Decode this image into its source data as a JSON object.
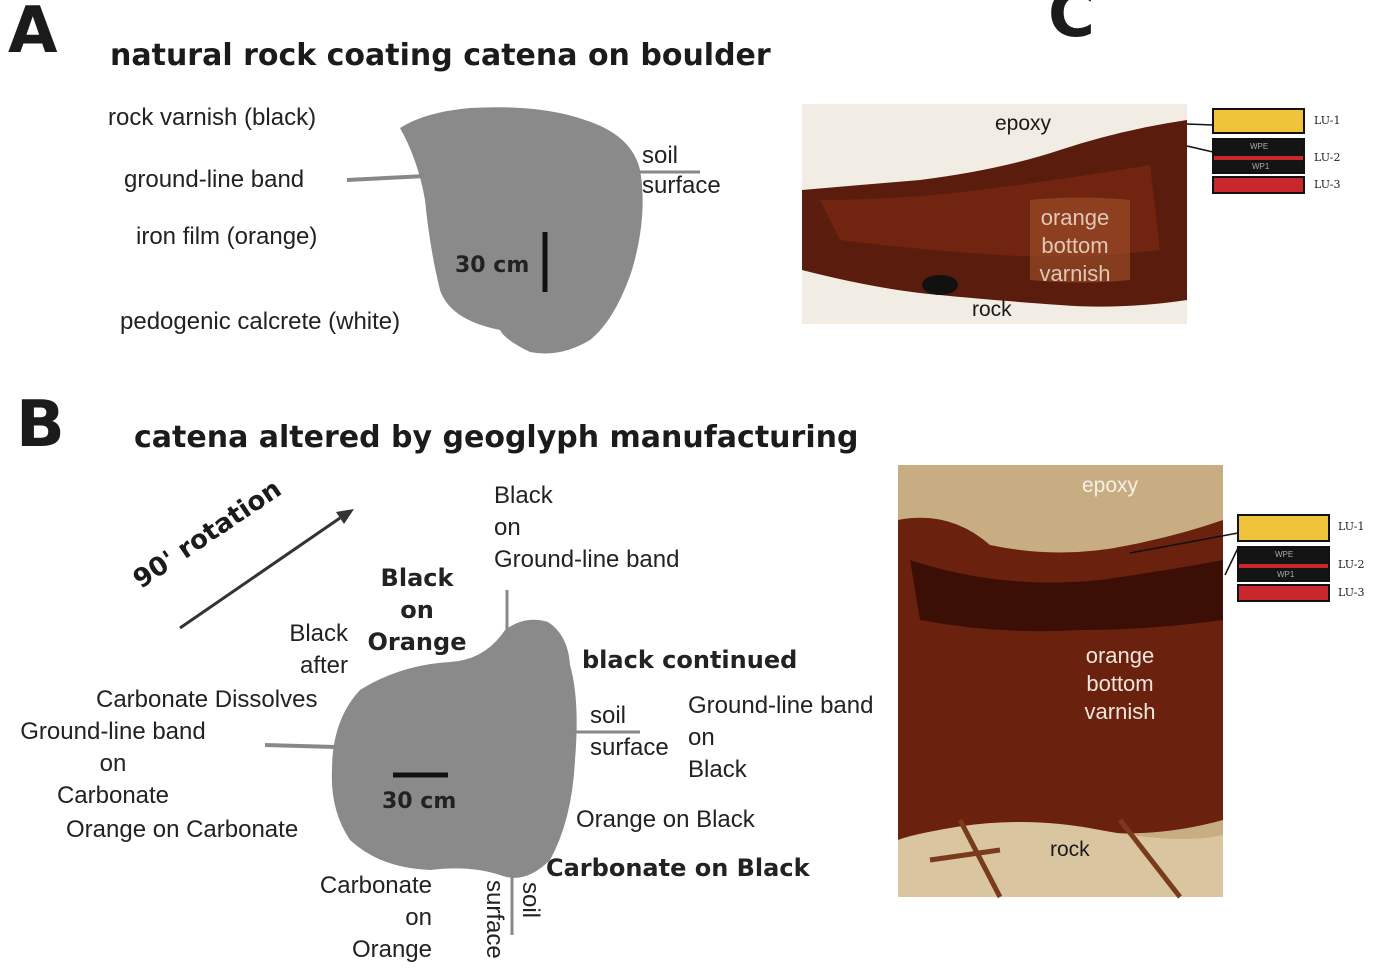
{
  "panels": {
    "a": {
      "letter": "A",
      "title": "natural rock coating catena on boulder",
      "labels": {
        "rock_varnish": "rock varnish (black)",
        "ground_line": "ground-line band",
        "iron_film": "iron film (orange)",
        "calcrete": "pedogenic calcrete (white)",
        "soil": "soil",
        "surface": "surface",
        "scale": "30 cm"
      }
    },
    "b": {
      "letter": "B",
      "title": "catena altered by geoglyph manufacturing",
      "rotation": "90' rotation",
      "labels": {
        "black_on_gl": [
          "Black",
          "on",
          "Ground-line band"
        ],
        "black_on_orange": [
          "Black",
          "on",
          "Orange"
        ],
        "black_after": [
          "Black",
          "after"
        ],
        "carbonate_dissolves": "Carbonate Dissolves",
        "black_continued": "black continued",
        "gl_on_carbonate": [
          "Ground-line band",
          "on",
          "Carbonate"
        ],
        "orange_on_carbonate": "Orange on Carbonate",
        "soil": "soil",
        "surface": "surface",
        "gl_on_black": [
          "Ground-line band",
          "on",
          "Black"
        ],
        "orange_on_black": "Orange on Black",
        "carbonate_on_black": "Carbonate on Black",
        "carbonate_on_orange": [
          "Carbonate",
          "on",
          "Orange"
        ],
        "soil_vertical": "soil",
        "surface_vertical": "surface",
        "scale": "30 cm"
      }
    },
    "c": {
      "letter": "C",
      "top_image": {
        "epoxy": "epoxy",
        "orange_bottom_varnish": [
          "orange",
          "bottom",
          "varnish"
        ],
        "rock": "rock"
      },
      "bottom_image": {
        "epoxy": "epoxy",
        "orange_bottom_varnish": [
          "orange",
          "bottom",
          "varnish"
        ],
        "rock": "rock"
      },
      "layer_tags": [
        "LU-1",
        "LU-2",
        "LU-3"
      ],
      "mini_tags": [
        "WPE",
        "WP1"
      ]
    }
  },
  "colors": {
    "boulder": "#8a8a8a",
    "varnish_dark": "#5a1c0c",
    "varnish_mid": "#7a2a12",
    "lu1": "#f0c43a",
    "lu2": "#141414",
    "lu3": "#c8272d"
  }
}
